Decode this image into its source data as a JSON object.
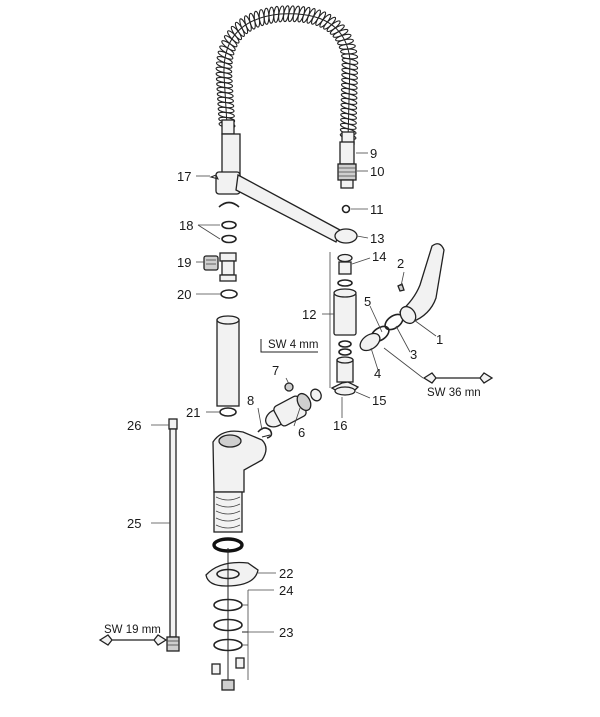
{
  "callouts": [
    {
      "id": "c1",
      "text": "1"
    },
    {
      "id": "c2",
      "text": "2"
    },
    {
      "id": "c3",
      "text": "3"
    },
    {
      "id": "c4",
      "text": "4"
    },
    {
      "id": "c5",
      "text": "5"
    },
    {
      "id": "c6",
      "text": "6"
    },
    {
      "id": "c7",
      "text": "7"
    },
    {
      "id": "c8",
      "text": "8"
    },
    {
      "id": "c9",
      "text": "9"
    },
    {
      "id": "c10",
      "text": "10"
    },
    {
      "id": "c11",
      "text": "11"
    },
    {
      "id": "c12",
      "text": "12"
    },
    {
      "id": "c13",
      "text": "13"
    },
    {
      "id": "c14",
      "text": "14"
    },
    {
      "id": "c15",
      "text": "15"
    },
    {
      "id": "c16",
      "text": "16"
    },
    {
      "id": "c17",
      "text": "17"
    },
    {
      "id": "c18",
      "text": "18"
    },
    {
      "id": "c19",
      "text": "19"
    },
    {
      "id": "c20",
      "text": "20"
    },
    {
      "id": "c21",
      "text": "21"
    },
    {
      "id": "c22",
      "text": "22"
    },
    {
      "id": "c23",
      "text": "23"
    },
    {
      "id": "c24",
      "text": "24"
    },
    {
      "id": "c25",
      "text": "25"
    },
    {
      "id": "c26",
      "text": "26"
    }
  ],
  "tool_labels": {
    "hex_key": "SW 4 mm",
    "wrench_cartridge": "SW 36 mn",
    "wrench_hose": "SW 19 mm"
  },
  "colors": {
    "line": "#222222",
    "fill": "#f2f2f2",
    "background": "#ffffff"
  }
}
